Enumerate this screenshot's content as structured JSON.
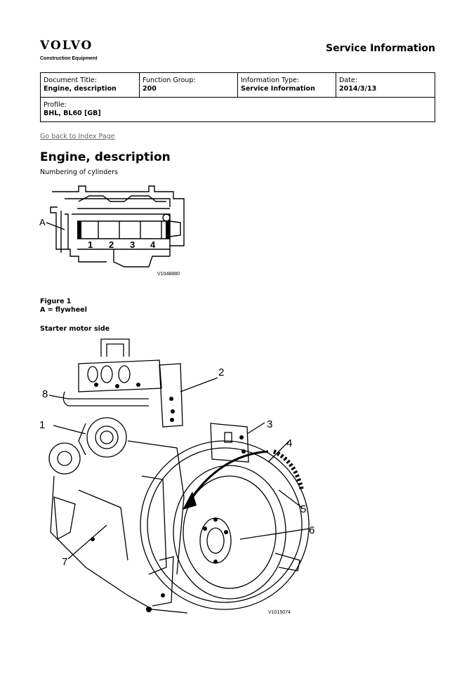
{
  "brand": {
    "logo": "VOLVO",
    "sub": "Construction Equipment"
  },
  "header": {
    "title": "Service Information"
  },
  "meta": {
    "document_title": {
      "label": "Document Title:",
      "value": "Engine, description"
    },
    "function_group": {
      "label": "Function Group:",
      "value": "200"
    },
    "information_type": {
      "label": "Information Type:",
      "value": "Service Information"
    },
    "date": {
      "label": "Date:",
      "value": "2014/3/13"
    },
    "profile": {
      "label": "Profile:",
      "value": "BHL, BL60 [GB]"
    }
  },
  "back_link": "Go back to Index Page",
  "page_title": "Engine, description",
  "subtitle": "Numbering of cylinders",
  "figure1": {
    "letter_label": "A",
    "cylinders": [
      "1",
      "2",
      "3",
      "4"
    ],
    "code": "V1048880",
    "caption_title": "Figure 1",
    "caption_text": "A = flywheel"
  },
  "section_heading": "Starter motor side",
  "figure2": {
    "callouts": [
      "1",
      "2",
      "3",
      "4",
      "5",
      "6",
      "7",
      "8"
    ],
    "code": "V1015074"
  }
}
